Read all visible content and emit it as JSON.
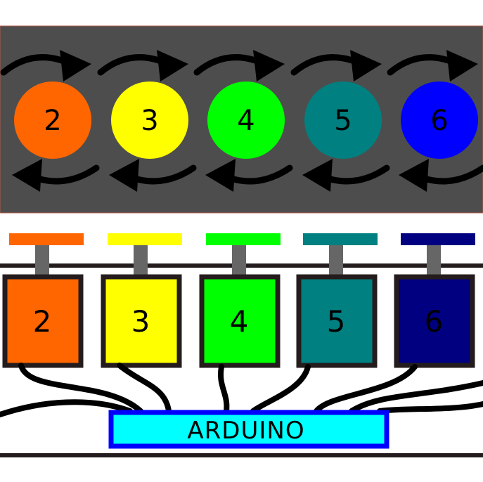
{
  "colors": {
    "background": "#ffffff",
    "panel": "#4d4d4d",
    "panel_edge": "#b05a4a",
    "stroke": "#241c1c",
    "stem": "#666666",
    "arduino_fill": "#00ffff",
    "arduino_border": "#0000ff"
  },
  "spinners": [
    {
      "label": "2",
      "color": "#ff6600"
    },
    {
      "label": "3",
      "color": "#ffff00"
    },
    {
      "label": "4",
      "color": "#00ff00"
    },
    {
      "label": "5",
      "color": "#008080"
    },
    {
      "label": "6",
      "color": "#0000ff"
    }
  ],
  "modules": [
    {
      "label": "2",
      "color": "#ff6600",
      "bar_color": "#ff6600"
    },
    {
      "label": "3",
      "color": "#ffff00",
      "bar_color": "#ffff00"
    },
    {
      "label": "4",
      "color": "#00ff00",
      "bar_color": "#00ff00"
    },
    {
      "label": "5",
      "color": "#008080",
      "bar_color": "#008080"
    },
    {
      "label": "6",
      "color": "#000080",
      "bar_color": "#000080"
    }
  ],
  "controller": {
    "label": "ARDUINO"
  }
}
